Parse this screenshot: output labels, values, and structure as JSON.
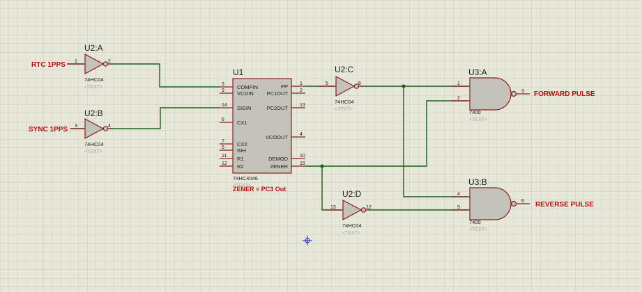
{
  "colors": {
    "background": "#e6e6d9",
    "grid": "#cfcfbe",
    "wire": "#1f5e1f",
    "component_outline": "#8a1f1f",
    "component_fill": "#c3c3bb",
    "pin": "#8a1f1f",
    "text": "#1c1c1c",
    "terminal_label": "#b01010",
    "placeholder_text": "#a9a9a0",
    "junction": "#1f5e1f",
    "origin_marker": "#1a1ad0"
  },
  "terminals": {
    "rtc": "RTC 1PPS",
    "sync": "SYNC 1PPS",
    "forward": "FORWARD PULSE",
    "reverse": "REVERSE PULSE"
  },
  "u2a": {
    "ref": "U2:A",
    "part": "74HC04",
    "text": "<TEXT>",
    "pin_in": "1",
    "pin_out": "2"
  },
  "u2b": {
    "ref": "U2:B",
    "part": "74HC04",
    "text": "<TEXT>",
    "pin_in": "3",
    "pin_out": "4"
  },
  "u2c": {
    "ref": "U2:C",
    "part": "74HC04",
    "text": "<TEXT>",
    "pin_in": "5",
    "pin_out": "6"
  },
  "u2d": {
    "ref": "U2:D",
    "part": "74HC04",
    "text": "<TEXT>",
    "pin_in": "13",
    "pin_out": "12"
  },
  "u3a": {
    "ref": "U3:A",
    "part": "7400",
    "text": "<TEXT>",
    "pin_in1": "1",
    "pin_in2": "2",
    "pin_out": "3"
  },
  "u3b": {
    "ref": "U3:B",
    "part": "7400",
    "text": "<TEXT>",
    "pin_in1": "4",
    "pin_in2": "5",
    "pin_out": "6"
  },
  "u1": {
    "ref": "U1",
    "part": "74HC4046",
    "text": "<TEXT>",
    "note": "ZENER = PC3 Out",
    "left_pins": [
      {
        "num": "3",
        "name": "COMPIN"
      },
      {
        "num": "9",
        "name": "VCOIN"
      },
      {
        "num": "14",
        "name": "SIGIN"
      },
      {
        "num": "6",
        "name": "CX1"
      },
      {
        "num": "7",
        "name": "CX2"
      },
      {
        "num": "5",
        "name": "INH"
      },
      {
        "num": "11",
        "name": "R1"
      },
      {
        "num": "12",
        "name": "R2"
      }
    ],
    "right_pins": [
      {
        "num": "1",
        "name": "PP"
      },
      {
        "num": "2",
        "name": "PC1OUT"
      },
      {
        "num": "13",
        "name": "PC2OUT"
      },
      {
        "num": "4",
        "name": "VCOOUT"
      },
      {
        "num": "10",
        "name": "DEMOD"
      },
      {
        "num": "15",
        "name": "ZENER"
      }
    ]
  }
}
